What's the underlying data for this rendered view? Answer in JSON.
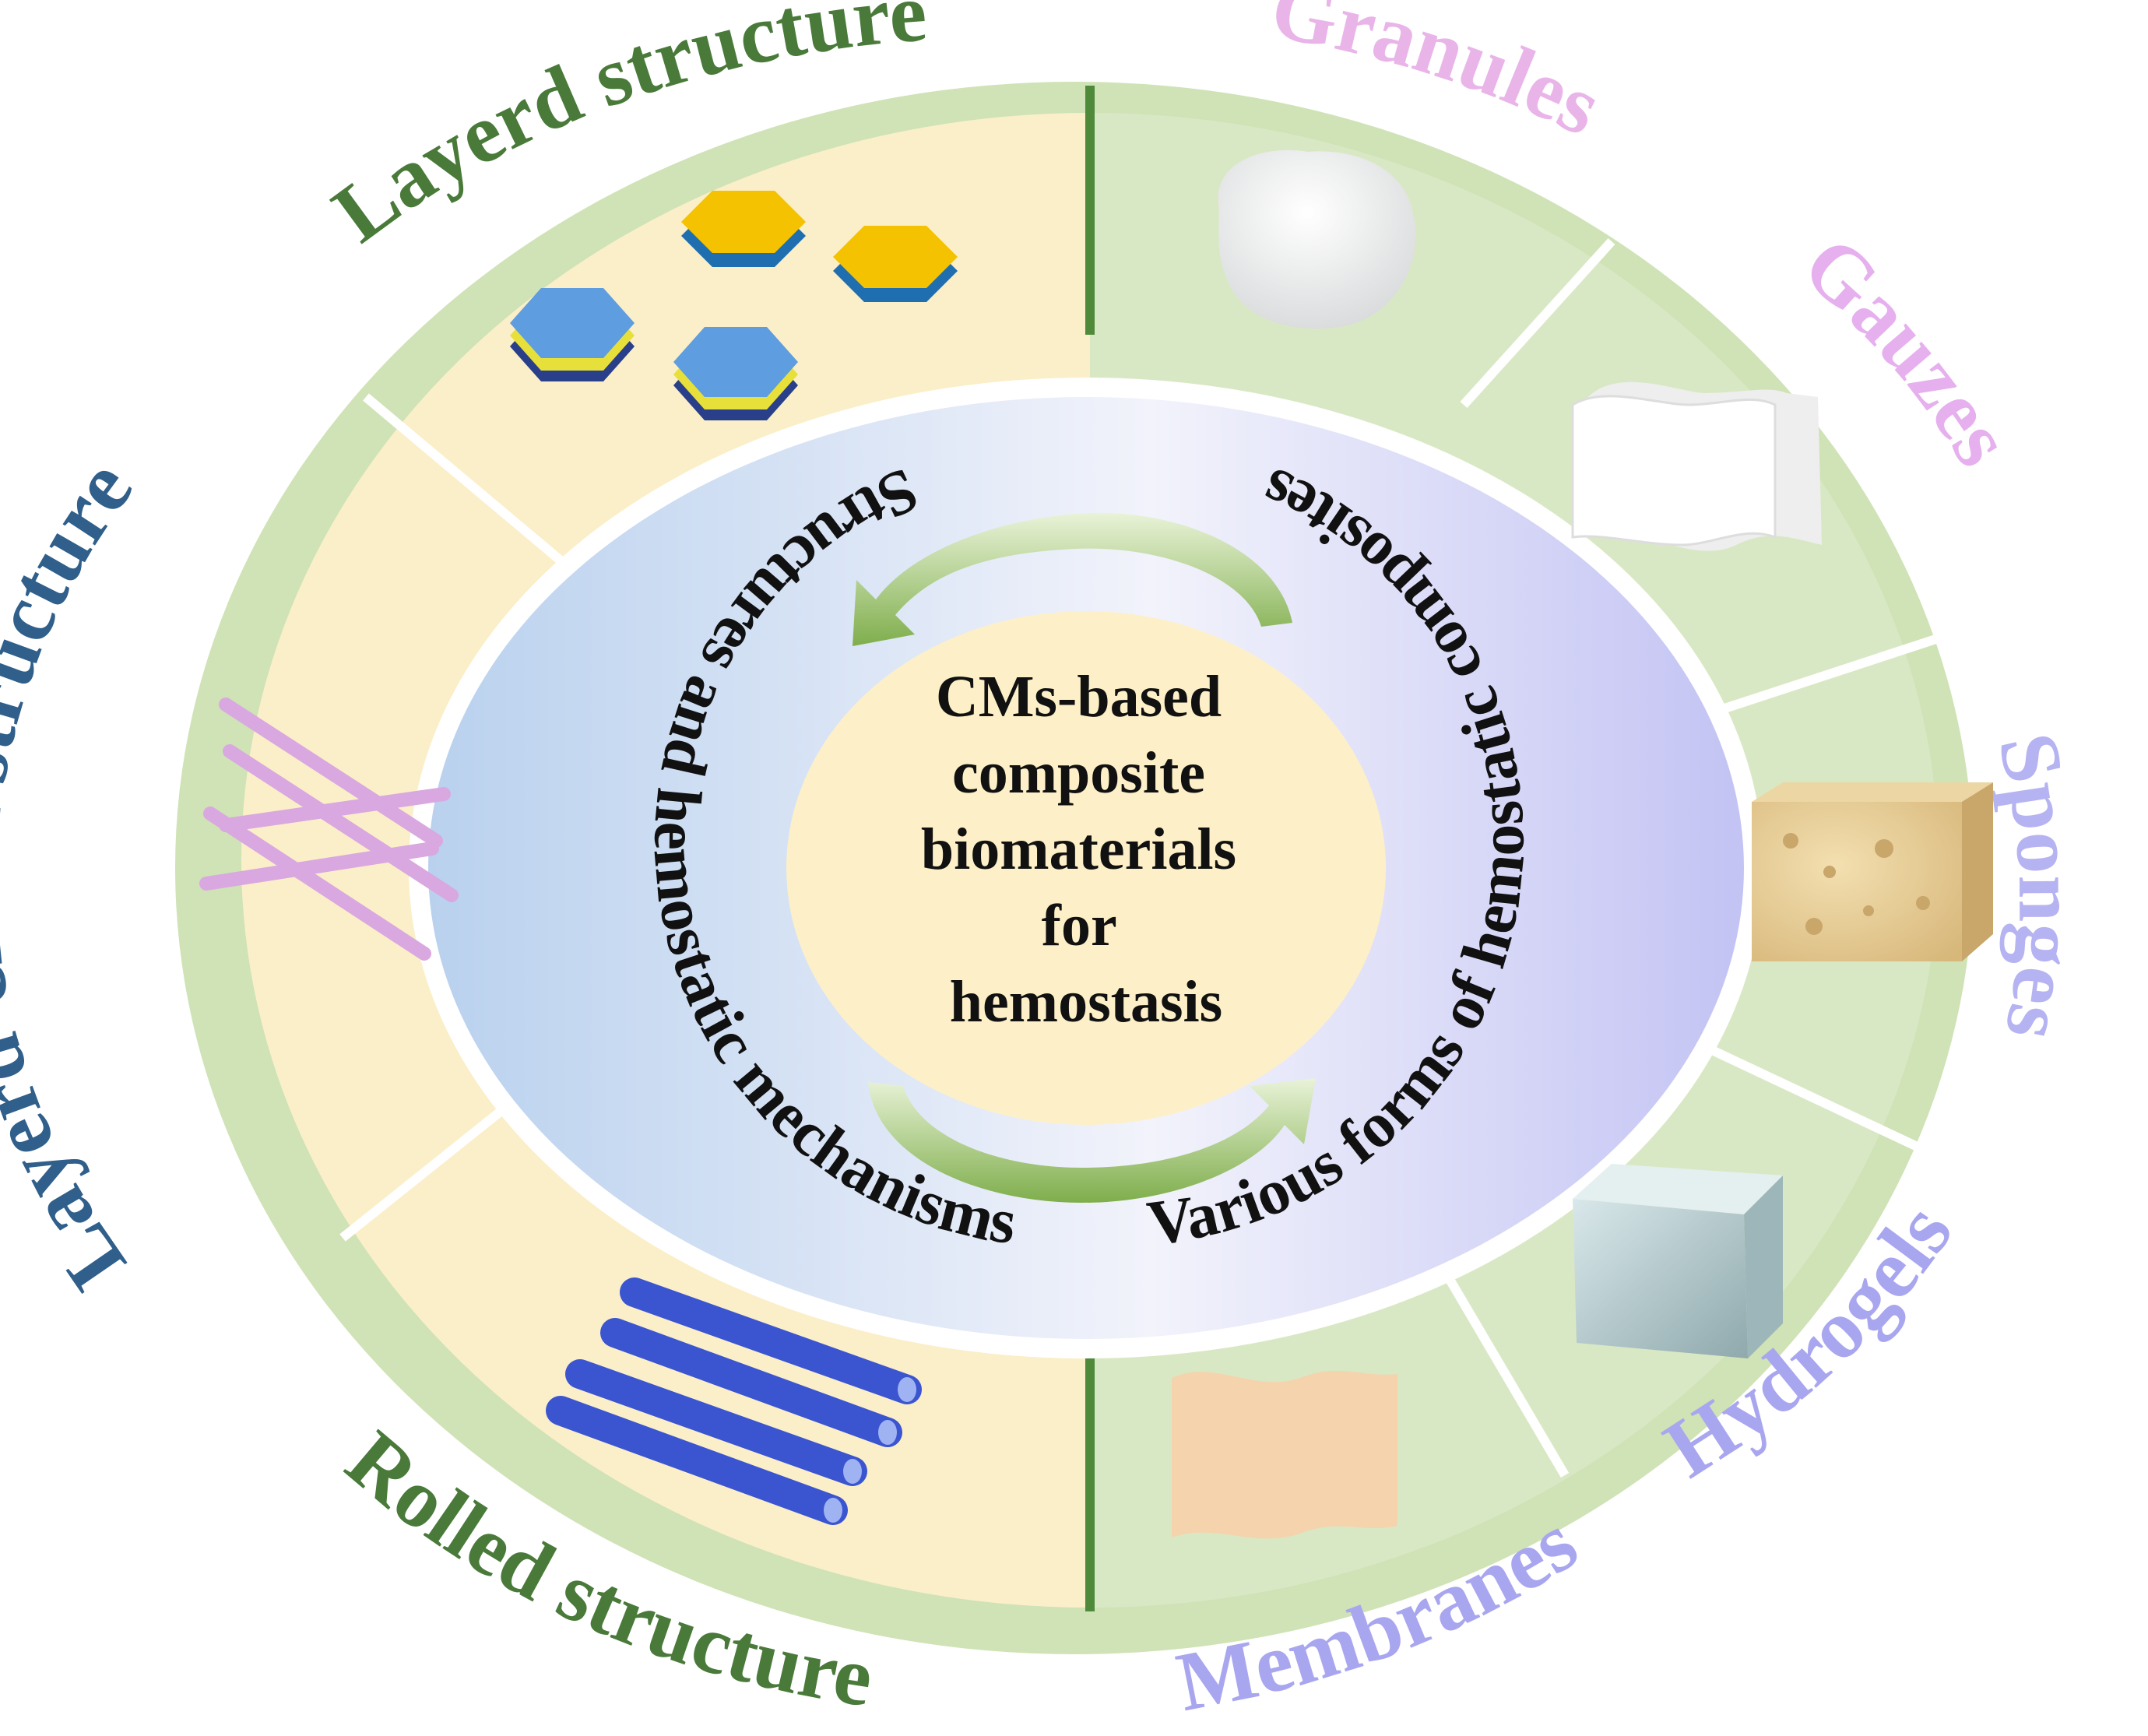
{
  "center": {
    "lines": [
      "CMs-based",
      "composite",
      "biomaterials",
      "for",
      "hemostasis"
    ]
  },
  "inner_ring": {
    "left_text": "Structures and hemostatic mechanisms",
    "right_text": "Various forms of hemostatic composites"
  },
  "structures": {
    "layered": "Layerd structure",
    "layered_chain": "Layerd-chain structure",
    "rolled": "Rolled structure"
  },
  "forms": {
    "granules": "Granules",
    "gauzes": "Gauzes",
    "sponges": "Sponges",
    "hydrogels": "Hydrogels",
    "membranes": "Membranes"
  },
  "colors": {
    "left_sector": "#fbefc9",
    "right_sector": "#d9e8c4",
    "outer_ring": "#cfe3b6",
    "center_ellipse": "#fdf0c8",
    "divider": "#4f8a3a",
    "layered_label": "#4a7a3a",
    "layered_chain_label": "#2f5f8a",
    "rolled_label": "#4a7a3a",
    "granules_label": "#e9b5e9",
    "gauzes_label": "#e6b0ee",
    "sponges_label": "#b6b3f2",
    "hydrogels_label": "#a9a6f0",
    "membranes_label": "#a9a6f0"
  },
  "icons": [
    "hexagon-platelets-icon",
    "crossed-rods-icon",
    "nanotube-rolls-icon",
    "granule-powder-icon",
    "gauze-sheet-icon",
    "sponge-block-icon",
    "hydrogel-cube-icon",
    "membrane-sheet-icon",
    "cycle-arrow-icon"
  ]
}
